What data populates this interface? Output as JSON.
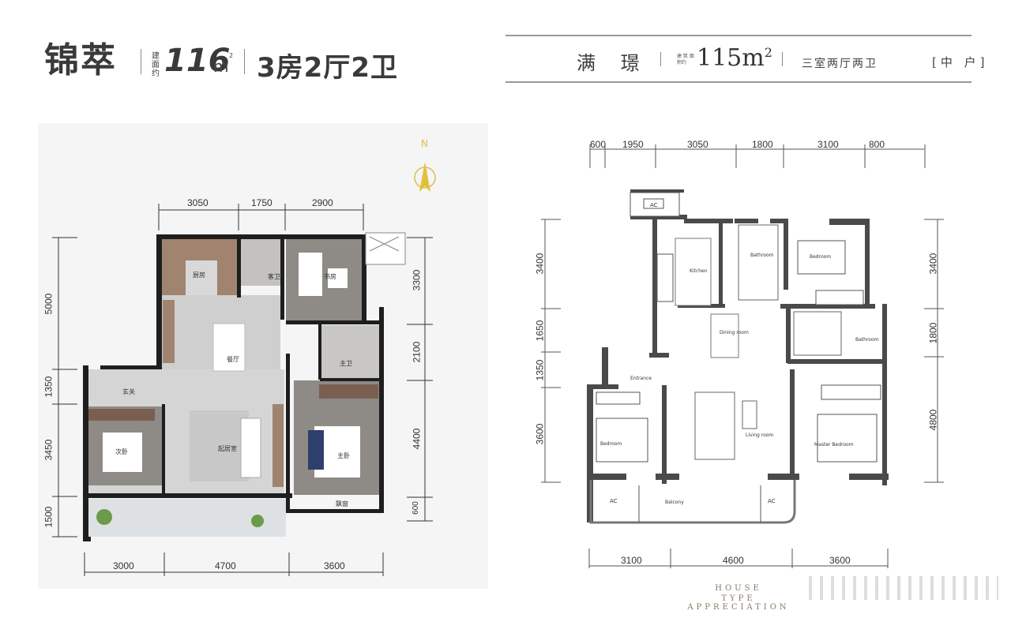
{
  "left_plan": {
    "name": "锦萃",
    "area_label": [
      "建",
      "面",
      "约"
    ],
    "area_value": "116",
    "area_unit": "m",
    "area_sup": "2",
    "layout": "3房2厅2卫",
    "compass_label": "N",
    "dims_top": [
      "3050",
      "1750",
      "2900"
    ],
    "dims_left": [
      "5000",
      "1350",
      "3450",
      "1500"
    ],
    "dims_right": [
      "3300",
      "2100",
      "4400",
      "600"
    ],
    "dims_bottom": [
      "3000",
      "4700",
      "3600"
    ],
    "rooms": {
      "kitchen": "厨房",
      "guest_bath": "客卫",
      "study": "书房",
      "dining": "餐厅",
      "master_bath": "主卫",
      "entrance": "玄关",
      "second_bedroom": "次卧",
      "living": "起居室",
      "master_bedroom": "主卧",
      "bay_window": "飘窗"
    }
  },
  "right_plan": {
    "name": "满 璟",
    "area_label": "建 筑 面积约",
    "area_value": "115m",
    "area_sup": "2",
    "layout": "三室两厅两卫",
    "unit_type": "[中 户]",
    "dims_top": [
      "600",
      "1950",
      "3050",
      "1800",
      "3100",
      "800"
    ],
    "dims_left": [
      "3400",
      "1650",
      "1350",
      "3600"
    ],
    "dims_right": [
      "3400",
      "1800",
      "4800"
    ],
    "dims_bottom": [
      "3100",
      "4600",
      "3600"
    ],
    "rooms": {
      "ac_top": "AC",
      "kitchen": "Kitchen",
      "bathroom_1": "Bathroom",
      "bedroom_1": "Bedroom",
      "dining": "Dining room",
      "bathroom_2": "Bathroom",
      "entrance": "Entrance",
      "bedroom_2": "Bedroom",
      "living": "Living room",
      "master_bedroom": "Master Bedroom",
      "ac_left": "AC",
      "balcony": "Balcony",
      "ac_right": "AC"
    },
    "footer_line1": "HOUSE",
    "footer_line2": "TYPE APPRECIATION"
  }
}
